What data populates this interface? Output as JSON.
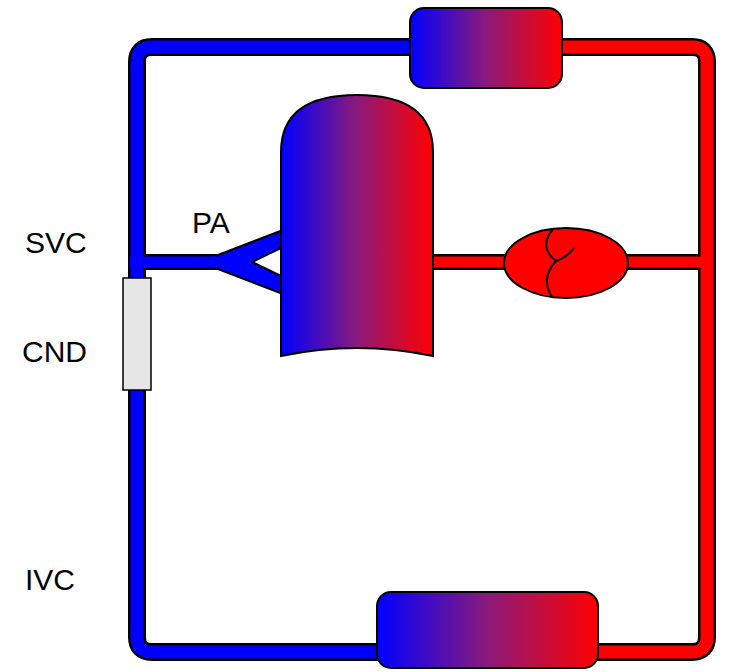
{
  "diagram": {
    "labels": [
      "SVC",
      "PA",
      "CND",
      "IVC"
    ]
  }
}
